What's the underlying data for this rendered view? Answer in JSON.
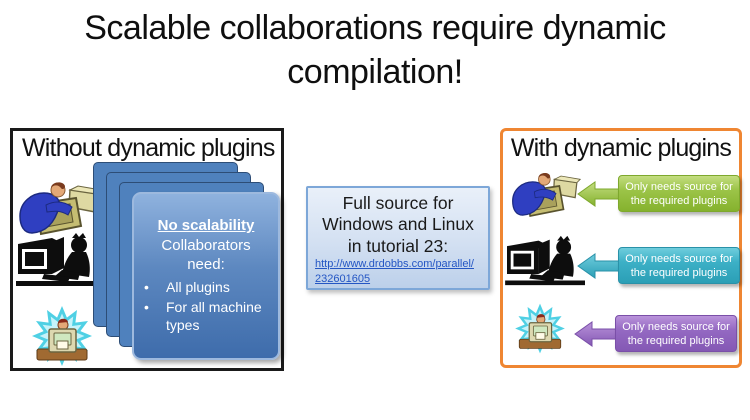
{
  "slide": {
    "title_line1": "Scalable collaborations require dynamic",
    "title_line2": "compilation!"
  },
  "left_panel": {
    "header": "Without dynamic plugins",
    "icons": [
      "person-carrying-computer",
      "person-at-computer-silhouette",
      "computer-starburst"
    ],
    "stack_card": {
      "heading": "No scalability",
      "line1": "Collaborators",
      "line2": "need:",
      "bullet_char": "•",
      "bullets": [
        "All plugins",
        "For all machine types"
      ]
    }
  },
  "center_box": {
    "line1": "Full source for",
    "line2": "Windows and Linux",
    "line3": "in tutorial 23:",
    "link_line1": "http://www.drdobbs.com/parallel/",
    "link_line2": "232601605"
  },
  "right_panel": {
    "header": "With dynamic plugins",
    "icons": [
      "person-carrying-computer",
      "person-at-computer-silhouette",
      "computer-starburst"
    ],
    "callouts": [
      {
        "name": "green",
        "line1": "Only needs source for",
        "line2": "the required plugins",
        "color_top": "#c3dd80",
        "color_bottom": "#85b22e"
      },
      {
        "name": "teal",
        "line1": "Only needs source for",
        "line2": "the required plugins",
        "color_top": "#6fcddd",
        "color_bottom": "#2b9fb6"
      },
      {
        "name": "purple",
        "line1": "Only needs source for",
        "line2": "the required plugins",
        "color_top": "#b992da",
        "color_bottom": "#8458b4"
      }
    ]
  },
  "colors": {
    "slide_background": "#ffffff",
    "left_panel_border": "#1a1a1a",
    "right_panel_border": "#ef8632",
    "stack_back_blue": "#4f81bd",
    "stack_front_top": "#8fb2de",
    "stack_front_bottom": "#3e6cab",
    "center_box_border": "#7da7d8",
    "center_box_top": "#e9f0f9",
    "center_box_bottom": "#bcd0ea",
    "hyperlink": "#2456c4",
    "starburst_cyan": "#4fd0e4"
  }
}
